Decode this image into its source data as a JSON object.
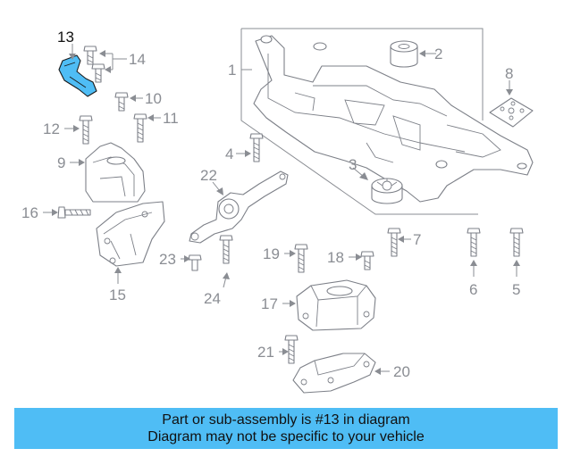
{
  "callouts": {
    "c1": "1",
    "c2": "2",
    "c3": "3",
    "c4": "4",
    "c5": "5",
    "c6": "6",
    "c7": "7",
    "c8": "8",
    "c9": "9",
    "c10": "10",
    "c11": "11",
    "c12": "12",
    "c13": "13",
    "c14": "14",
    "c15": "15",
    "c16": "16",
    "c17": "17",
    "c18": "18",
    "c19": "19",
    "c20": "20",
    "c21": "21",
    "c22": "22",
    "c23": "23",
    "c24": "24"
  },
  "highlighted_part": "13",
  "colors": {
    "highlight": "#4fbdf5",
    "line": "#7d8088",
    "callout": "#8a8d93"
  },
  "banner": {
    "line1": "Part or sub-assembly is #13 in diagram",
    "line2": "Diagram may not be specific to your vehicle"
  }
}
